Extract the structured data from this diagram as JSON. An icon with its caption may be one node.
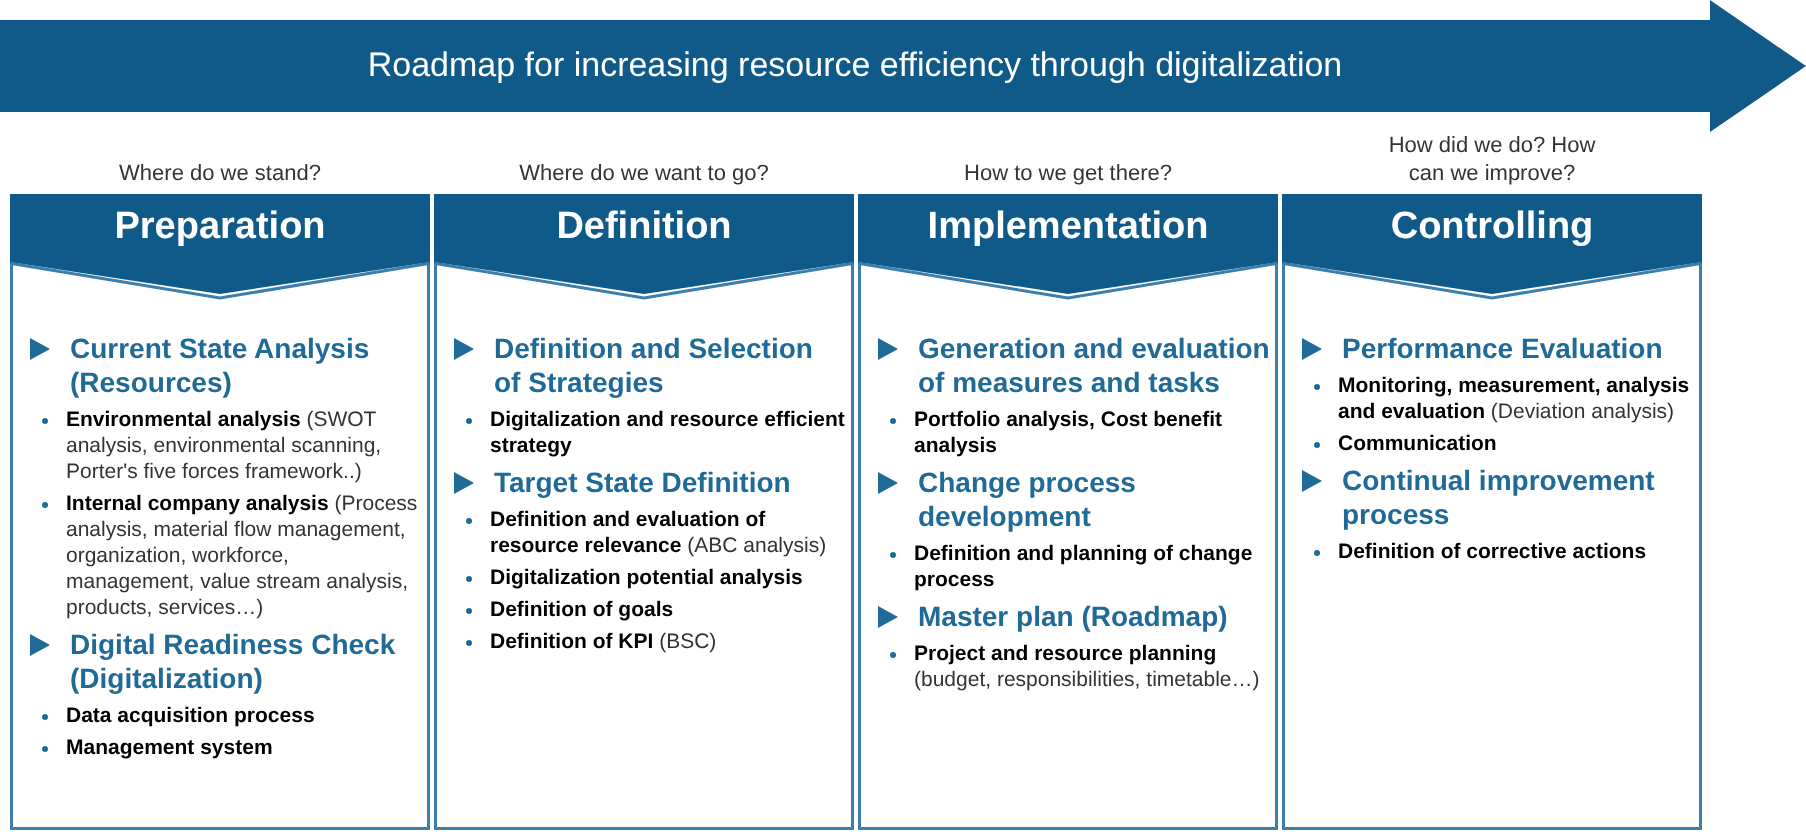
{
  "diagram": {
    "nodes": [
      {
        "text": [
          "Roadmap for increasing resource efficiency through digitalization"
        ]
      },
      {
        "text": [
          "Preparation"
        ],
        "beside": [
          "Where do we stand?"
        ]
      },
      {
        "text": [],
        "shape": "box"
      },
      {
        "text": [
          "Current State Analysis (Resources)",
          "**Environmental analysis** (SWOT analysis, environmental scanning, Porter's five forces framework..)",
          "**Internal company analysis** (Process analysis, material flow management, organization, workforce, management, value stream analysis, products, services…)"
        ],
        "in": 2
      },
      {
        "text": [
          "Digital Readiness Check (Digitalization)",
          "**Data acquisition process**",
          "**Management system**"
        ],
        "in": 2
      },
      {
        "text": [
          "Definition"
        ],
        "beside": [
          "Where do we want to go?"
        ]
      },
      {
        "text": [],
        "shape": "box"
      },
      {
        "text": [
          "Definition and Selection of Strategies",
          "**Digitalization and resource efficient strategy**"
        ],
        "in": 6
      },
      {
        "text": [
          "Target State Definition",
          "**Definition and evaluation of resource relevance** (ABC analysis)",
          "**Digitalization potential analysis**",
          "**Definition of goals**",
          "**Definition of KPI** (BSC)"
        ],
        "in": 6
      },
      {
        "text": [
          "Implementation"
        ],
        "beside": [
          "How to we get there?"
        ]
      },
      {
        "text": [],
        "shape": "box"
      },
      {
        "text": [
          "Generation and evaluation of measures and tasks",
          "**Portfolio analysis, Cost benefit analysis**"
        ],
        "in": 10
      },
      {
        "text": [
          "Change process development",
          "**Definition and planning of change process**"
        ],
        "in": 10
      },
      {
        "text": [
          "Master plan (Roadmap)",
          "**Project and resource planning** (budget, responsibilities, timetable…)"
        ],
        "in": 10
      },
      {
        "text": [
          "Controlling"
        ],
        "beside": [
          "How did we do? How can we improve?"
        ]
      },
      {
        "text": [],
        "shape": "box"
      },
      {
        "text": [
          "Performance Evaluation",
          "**Monitoring, measurement, analysis and evaluation** (Deviation analysis)",
          "**Communication**"
        ],
        "in": 15
      },
      {
        "text": [
          "Continual improvement process",
          "**Definition of corrective actions**"
        ],
        "in": 15
      }
    ]
  }
}
